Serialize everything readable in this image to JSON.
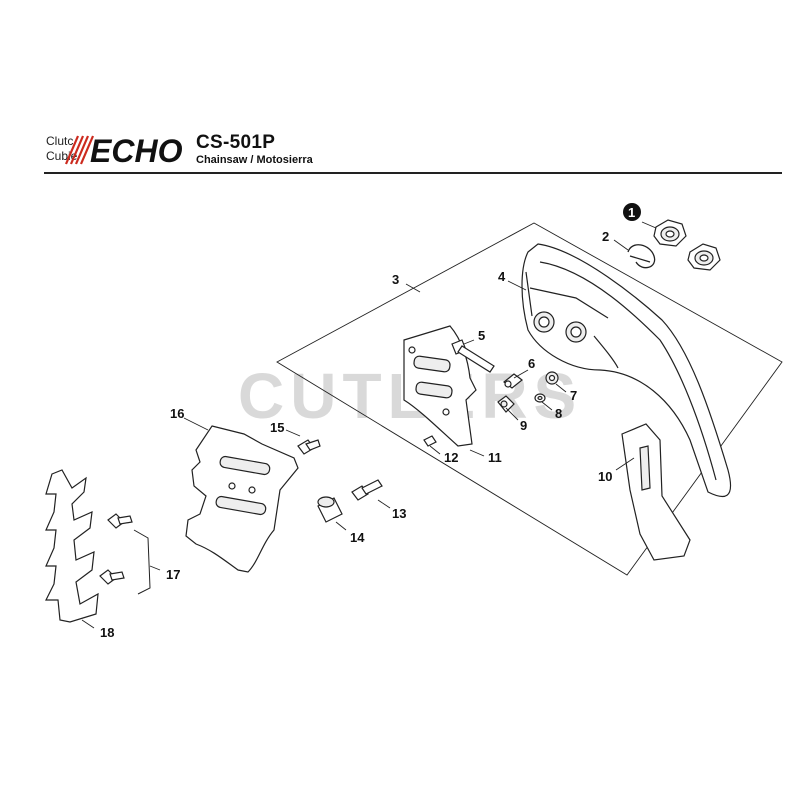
{
  "header": {
    "logo_underlay_line1": "Clutc",
    "logo_underlay_line2": "Cubie",
    "brand": "ECHO",
    "model": "CS-501P",
    "subtitle": "Chainsaw / Motosierra"
  },
  "watermark": "CUTLERS",
  "callouts": [
    {
      "num": "1",
      "highlighted": true
    },
    {
      "num": "2"
    },
    {
      "num": "3"
    },
    {
      "num": "4"
    },
    {
      "num": "5"
    },
    {
      "num": "6"
    },
    {
      "num": "7"
    },
    {
      "num": "8"
    },
    {
      "num": "9"
    },
    {
      "num": "10"
    },
    {
      "num": "11"
    },
    {
      "num": "12"
    },
    {
      "num": "13"
    },
    {
      "num": "14"
    },
    {
      "num": "15"
    },
    {
      "num": "16"
    },
    {
      "num": "17"
    },
    {
      "num": "18"
    }
  ],
  "colors": {
    "brand_red": "#cc2a1e",
    "ink": "#111111",
    "watermark": "#d9d9d9"
  }
}
